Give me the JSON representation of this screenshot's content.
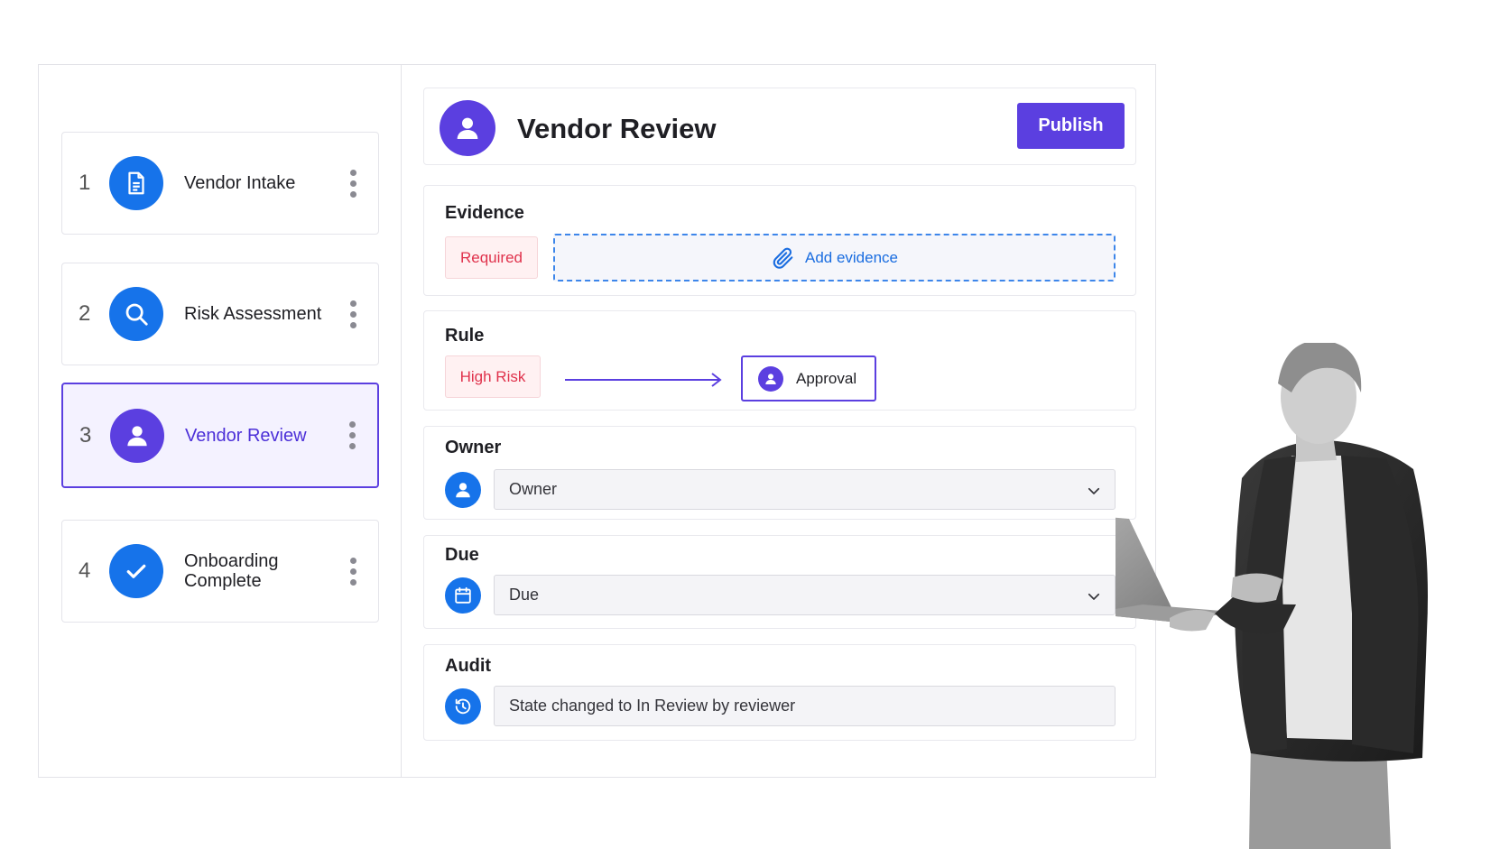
{
  "steps": [
    {
      "num": "1",
      "label": "Vendor Intake",
      "icon": "document-icon"
    },
    {
      "num": "2",
      "label": "Risk Assessment",
      "icon": "search-icon"
    },
    {
      "num": "3",
      "label": "Vendor Review",
      "icon": "user-icon",
      "active": true
    },
    {
      "num": "4",
      "label": "Onboarding Complete",
      "icon": "check-icon"
    }
  ],
  "header": {
    "title": "Vendor Review",
    "publish_label": "Publish"
  },
  "evidence": {
    "title": "Evidence",
    "tag": "Required",
    "add_label": "Add evidence"
  },
  "rule": {
    "title": "Rule",
    "condition": "High Risk",
    "action": "Approval"
  },
  "owner": {
    "title": "Owner",
    "value": "Owner"
  },
  "due": {
    "title": "Due",
    "value": "Due"
  },
  "audit": {
    "title": "Audit",
    "value": "State changed to In Review by reviewer"
  },
  "colors": {
    "accent": "#5b3fe0",
    "blue": "#1673ea",
    "danger": "#e0324c"
  }
}
